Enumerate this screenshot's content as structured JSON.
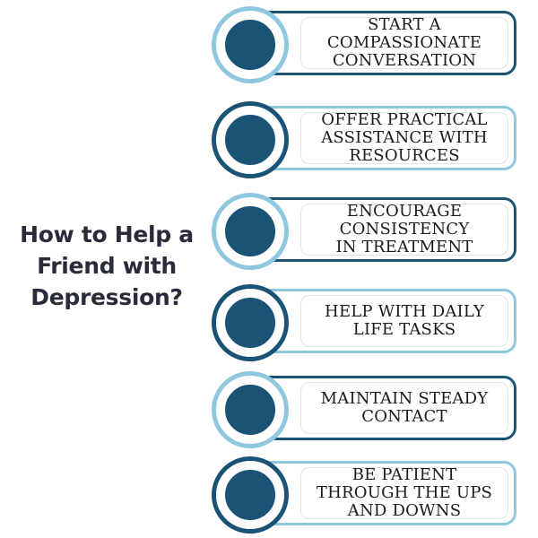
{
  "title": {
    "line1": "How to Help a",
    "line2": "Friend with",
    "line3": "Depression?"
  },
  "colors": {
    "dark": "#1a5376",
    "light": "#8fc7df",
    "title_text": "#2a2b3a"
  },
  "steps": [
    {
      "lines": [
        "START A",
        "COMPASSIONATE",
        "CONVERSATION"
      ],
      "circle_ring": "light",
      "pill_border": "dark"
    },
    {
      "lines": [
        "OFFER PRACTICAL",
        "ASSISTANCE WITH",
        "RESOURCES"
      ],
      "circle_ring": "dark",
      "pill_border": "light"
    },
    {
      "lines": [
        "ENCOURAGE",
        "CONSISTENCY",
        "IN TREATMENT"
      ],
      "circle_ring": "light",
      "pill_border": "dark"
    },
    {
      "lines": [
        "HELP WITH DAILY",
        "LIFE TASKS"
      ],
      "circle_ring": "dark",
      "pill_border": "light"
    },
    {
      "lines": [
        "MAINTAIN STEADY",
        "CONTACT"
      ],
      "circle_ring": "light",
      "pill_border": "dark"
    },
    {
      "lines": [
        "BE PATIENT",
        "THROUGH THE UPS",
        "AND DOWNS"
      ],
      "circle_ring": "dark",
      "pill_border": "light"
    }
  ]
}
